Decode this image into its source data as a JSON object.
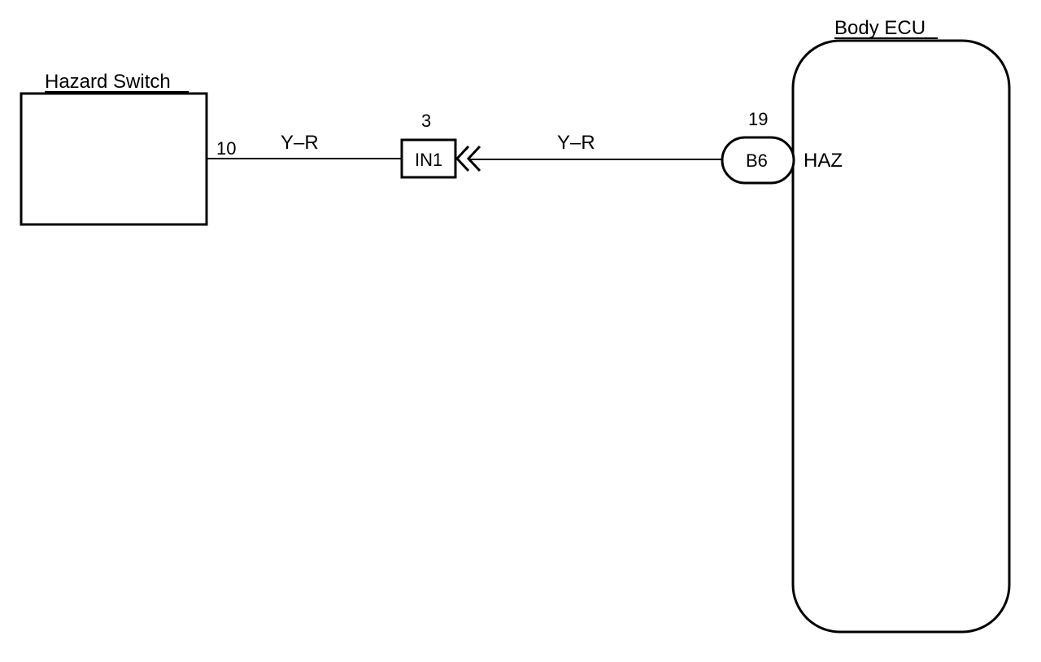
{
  "components": {
    "hazard_switch": {
      "label": "Hazard Switch",
      "pin": "10"
    },
    "junction": {
      "code": "IN1",
      "pin": "3"
    },
    "body_ecu": {
      "label": "Body ECU",
      "connector": "B6",
      "pin": "19",
      "terminal": "HAZ"
    }
  },
  "wires": {
    "left_color": "Y–R",
    "right_color": "Y–R"
  }
}
